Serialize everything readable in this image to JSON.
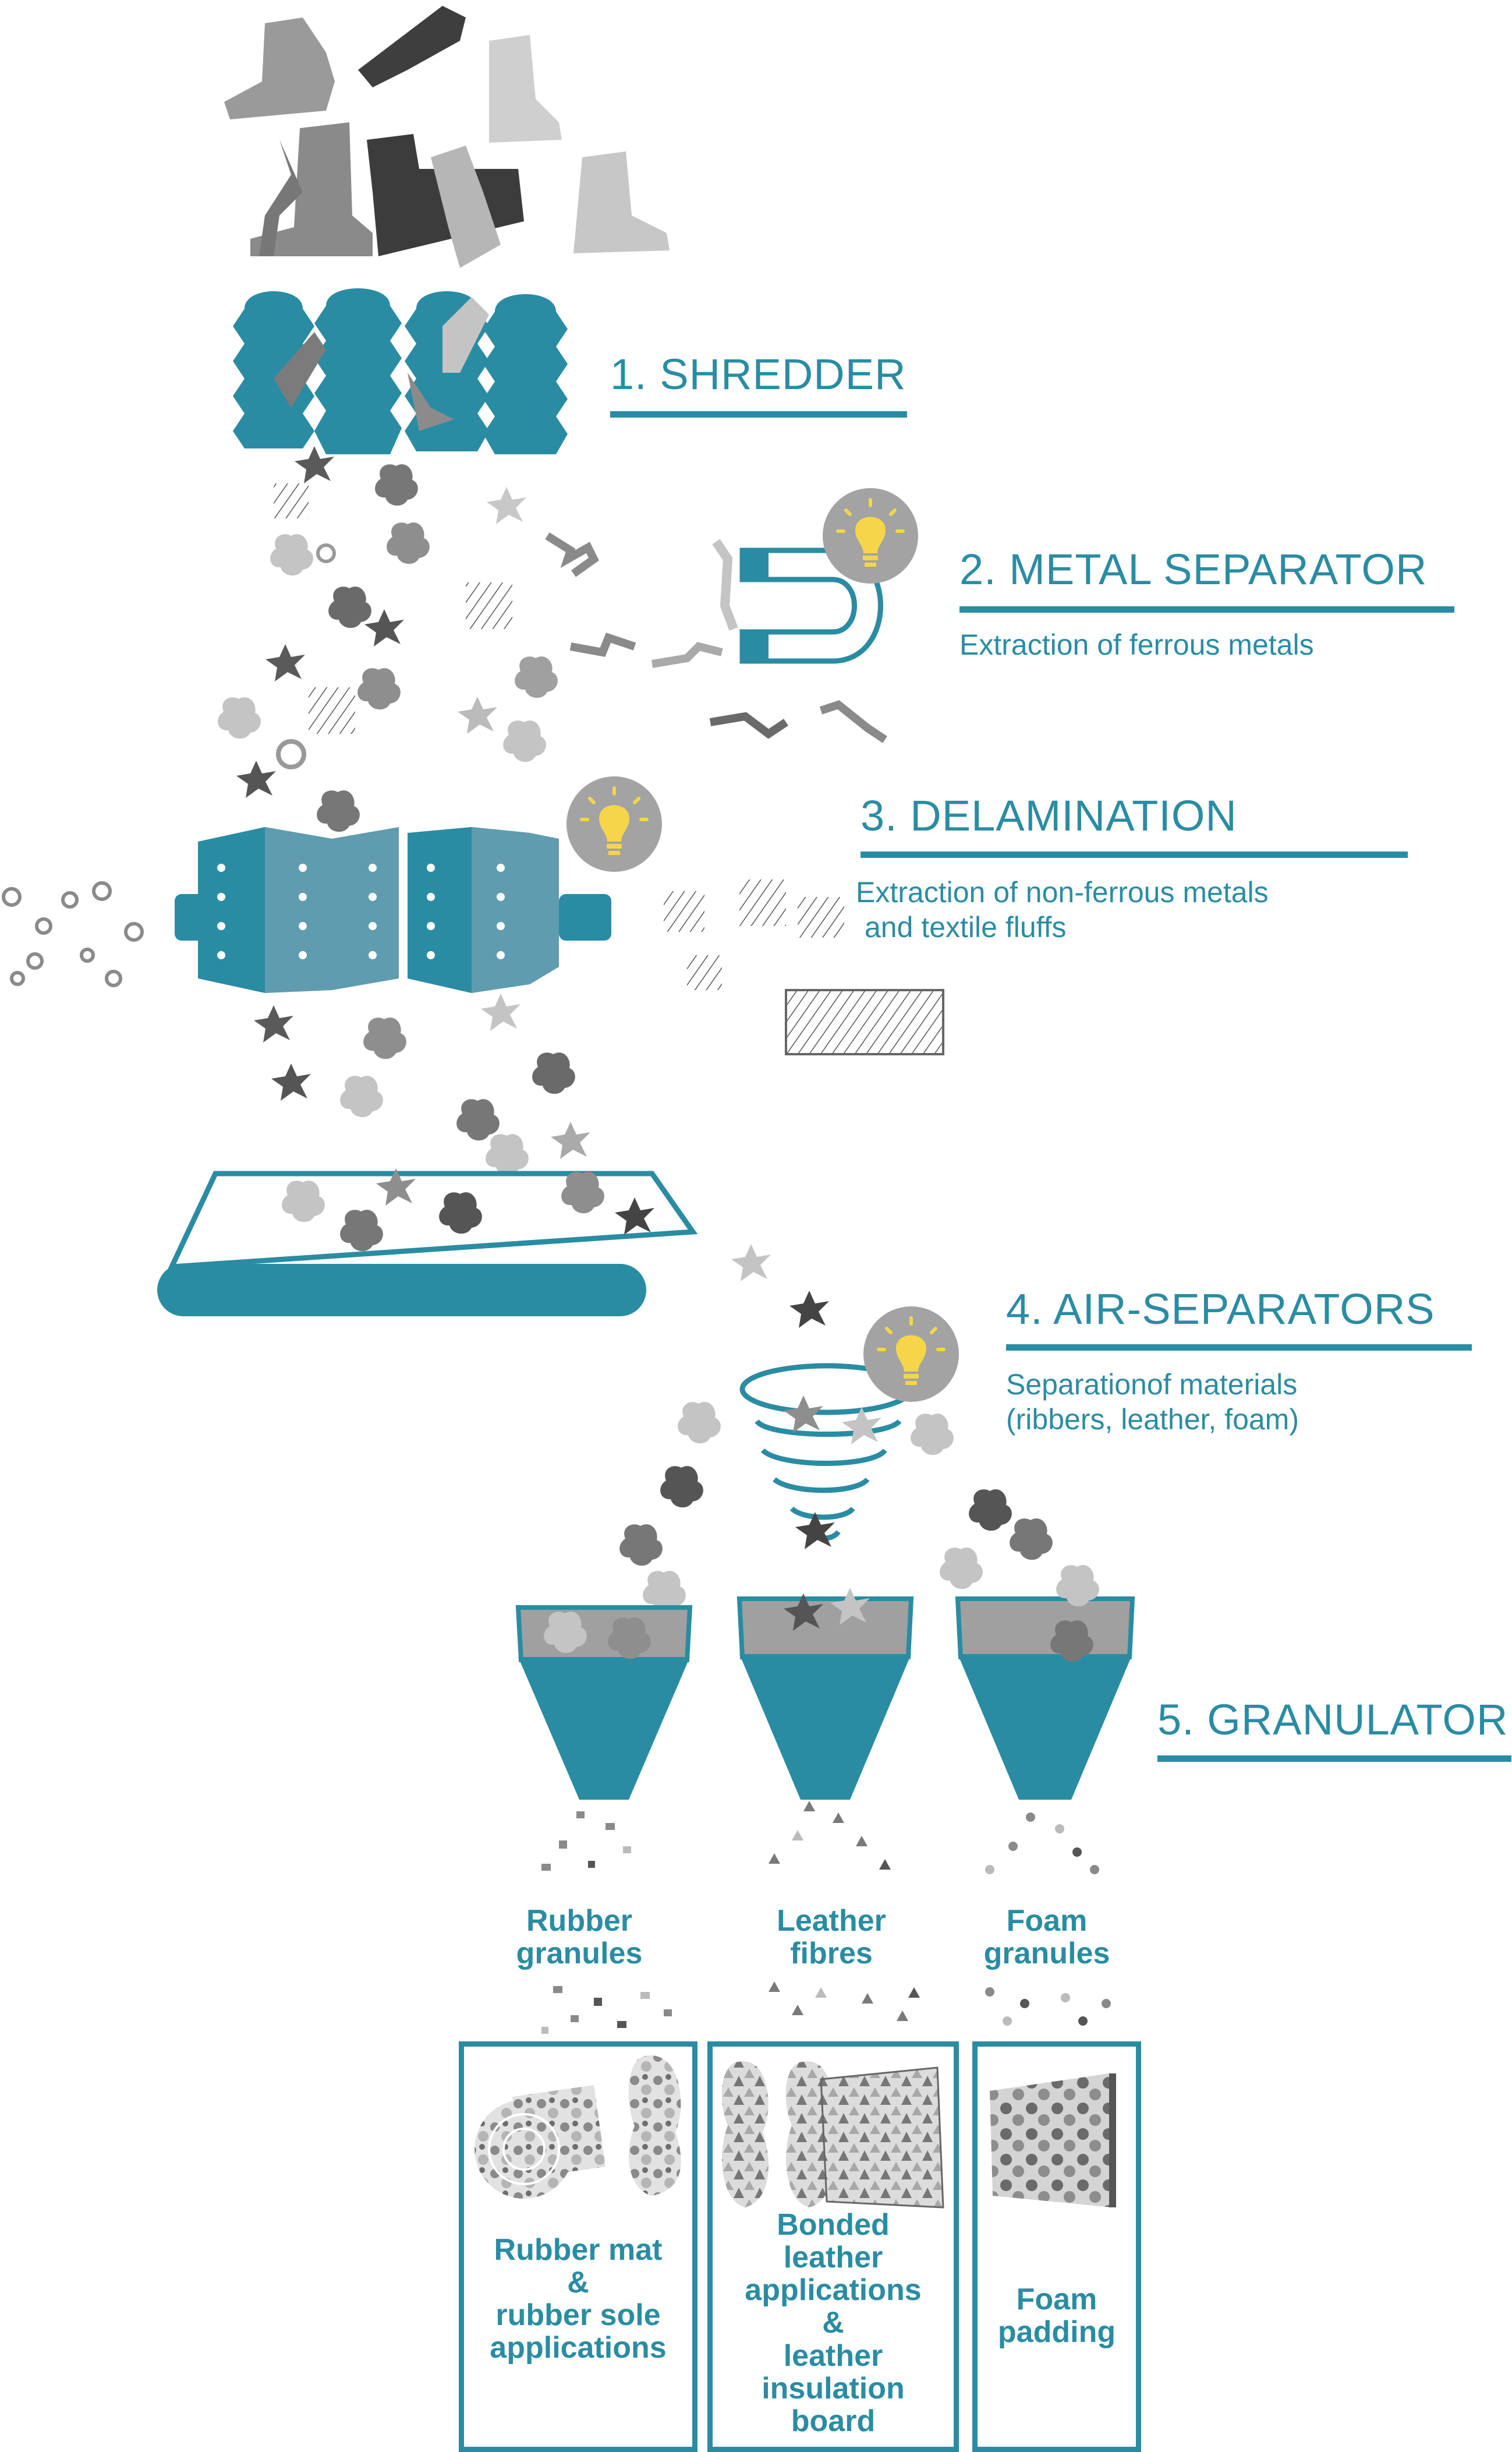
{
  "colors": {
    "teal": "#2a8ca3",
    "teal_dark": "#22788f",
    "teal_light": "#5f9cb0",
    "grey_dark": "#5a5a5a",
    "grey_mid": "#8e8e8e",
    "grey_light": "#c4c4c4",
    "bulb": "#f5d54a",
    "bulb_bg": "#a3a3a3"
  },
  "steps": [
    {
      "title": "1. SHREDDER",
      "subtitle": ""
    },
    {
      "title": "2. METAL SEPARATOR",
      "subtitle": "Extraction of ferrous metals"
    },
    {
      "title": "3. DELAMINATION",
      "subtitle": "Extraction of non-ferrous metals",
      "subtitle2": "and textile fluffs"
    },
    {
      "title": "4. AIR-SEPARATORS",
      "subtitle": "Separationof materials",
      "subtitle2": "(ribbers, leather, foam)"
    },
    {
      "title": "5. GRANULATOR",
      "subtitle": ""
    }
  ],
  "outputs": [
    {
      "line1": "Rubber",
      "line2": "granules"
    },
    {
      "line1": "Leather",
      "line2": "fibres"
    },
    {
      "line1": "Foam",
      "line2": "granules"
    }
  ],
  "applications": [
    {
      "lines": [
        "Rubber mat",
        "&",
        "rubber sole",
        "applications"
      ]
    },
    {
      "lines": [
        "Bonded",
        "leather",
        "applications",
        "&",
        "leather",
        "insulation",
        "board"
      ]
    },
    {
      "lines": [
        "Foam",
        "padding"
      ]
    }
  ],
  "icons": [
    "shoe-icon",
    "boot-icon",
    "shredder-icon",
    "magnet-icon",
    "lightbulb-icon",
    "delamination-drum-icon",
    "conveyor-belt-icon",
    "tornado-icon",
    "hopper-icon",
    "rubber-mat-icon",
    "insole-icon",
    "leather-board-icon",
    "foam-padding-icon"
  ]
}
